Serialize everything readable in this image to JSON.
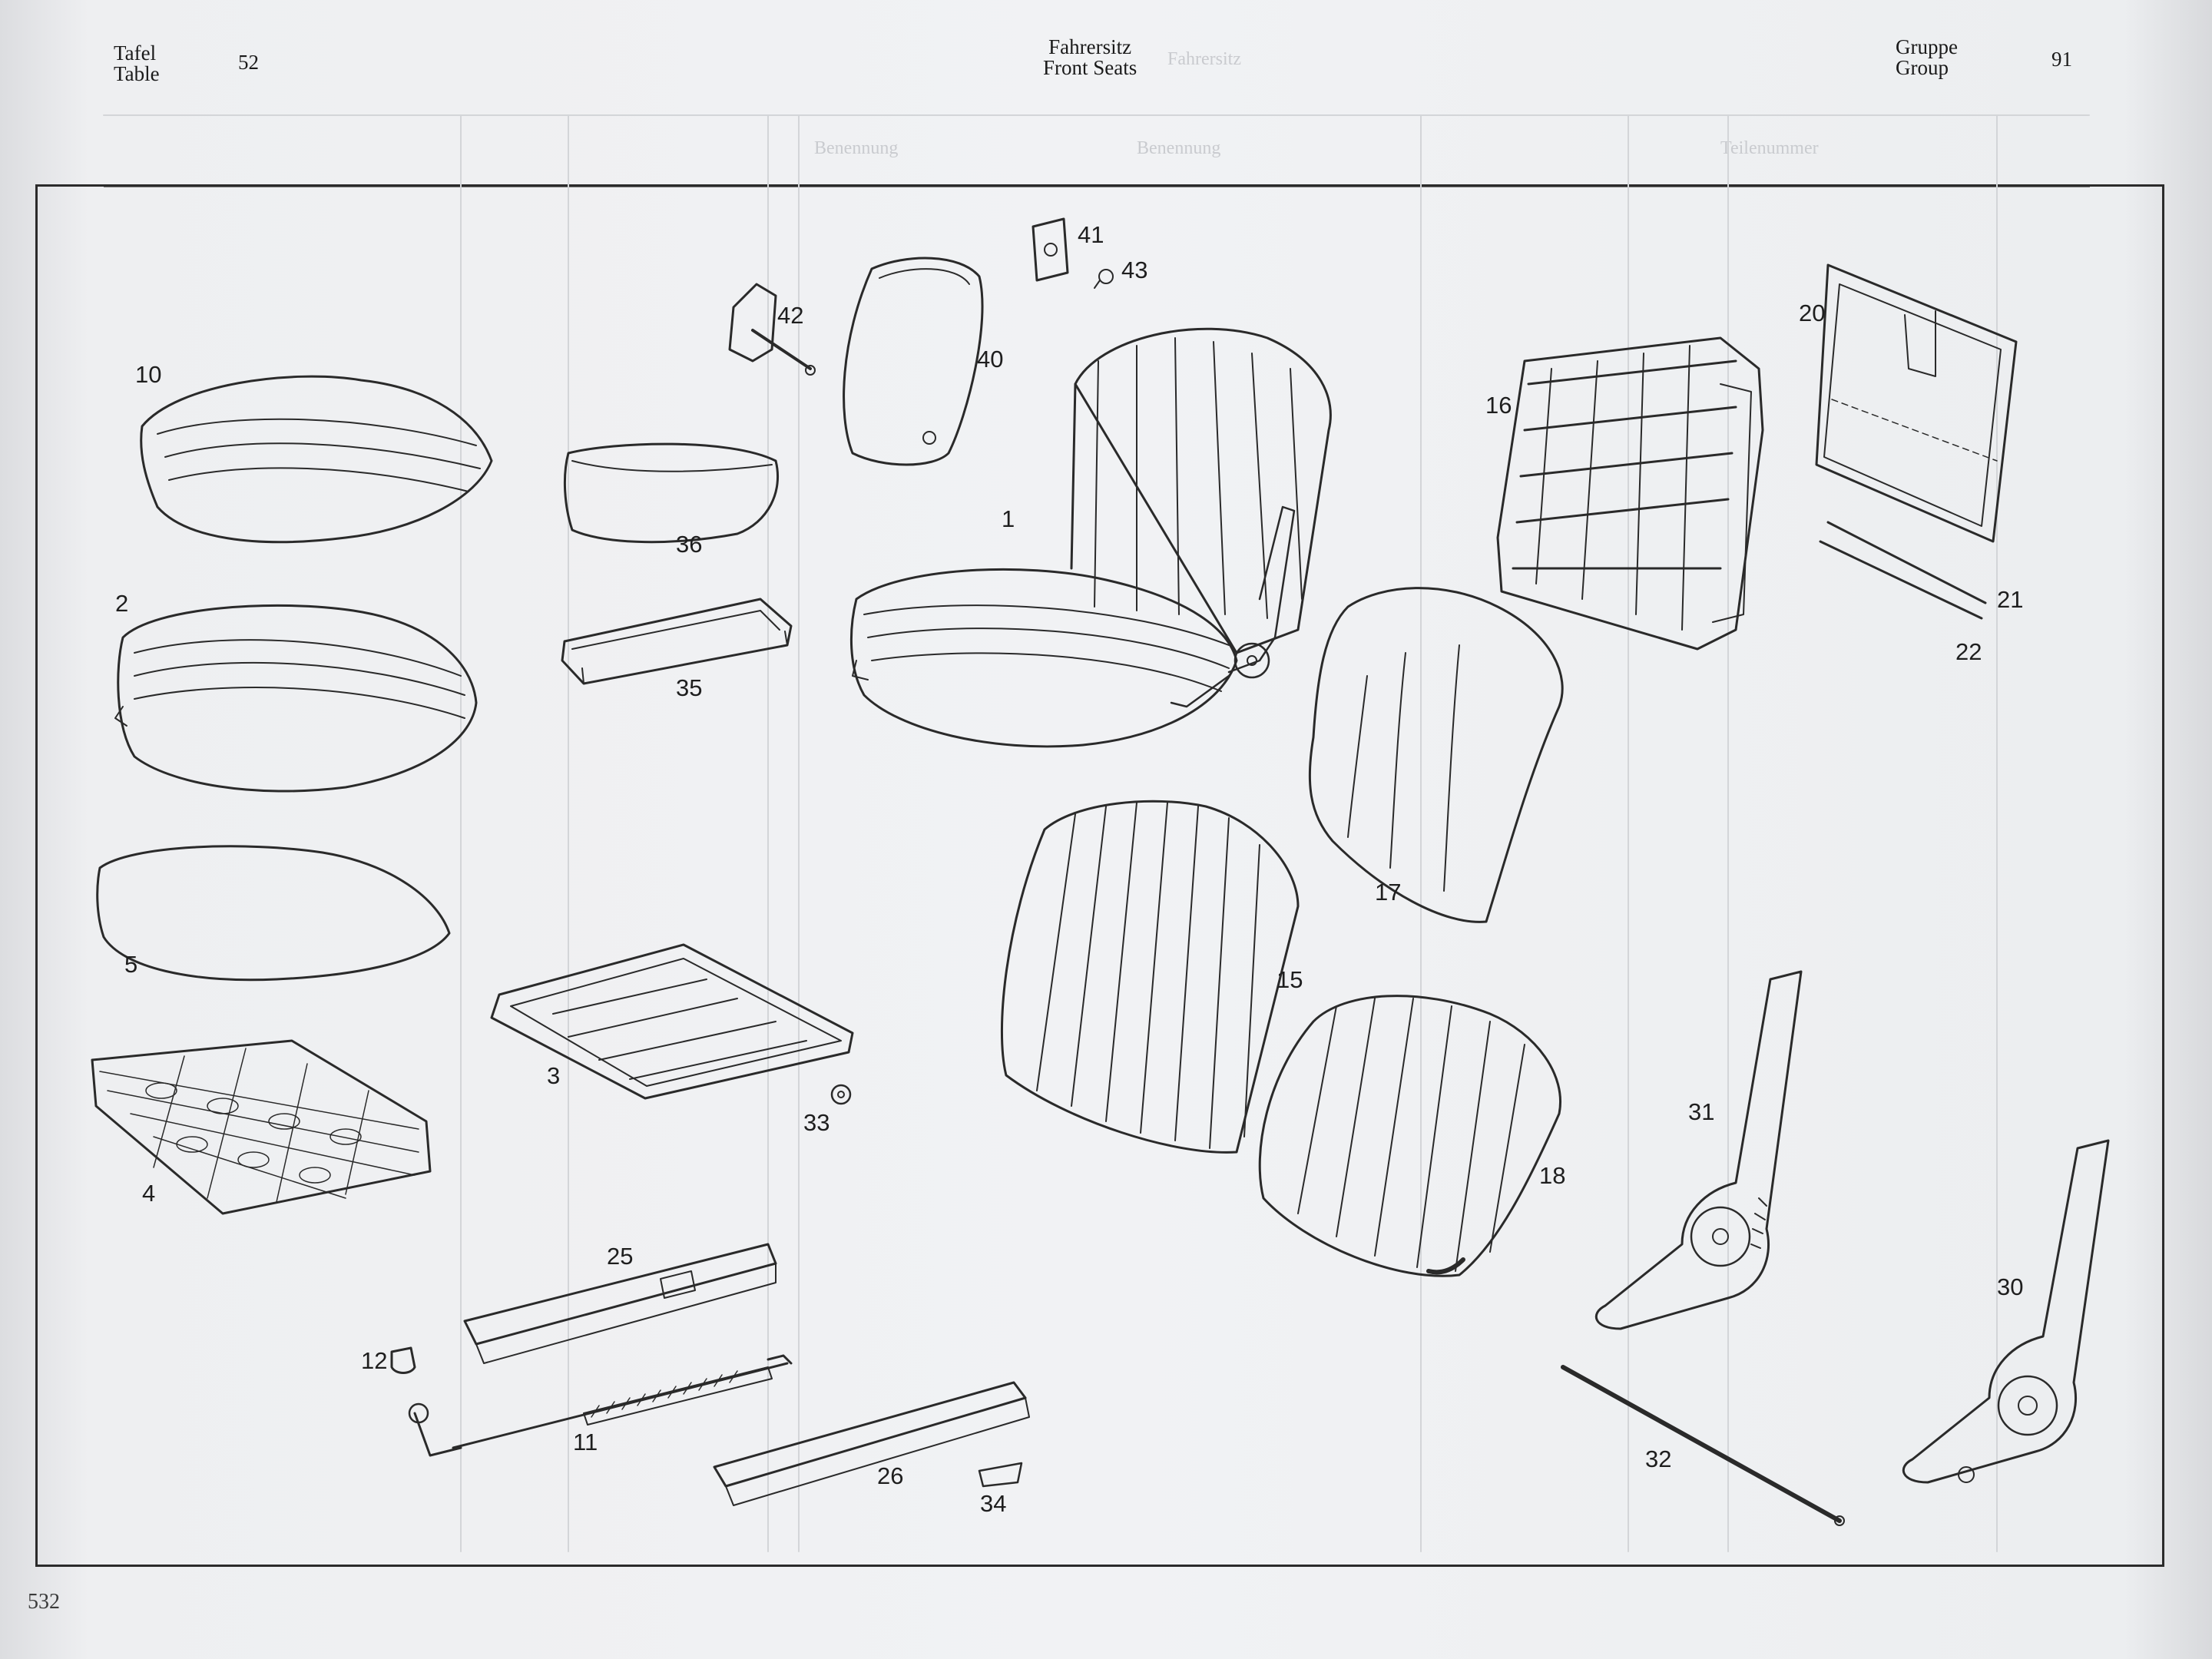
{
  "header": {
    "table_label_de": "Tafel",
    "table_label_en": "Table",
    "table_number": "52",
    "title_de": "Fahrersitz",
    "title_en": "Front Seats",
    "group_label_de": "Gruppe",
    "group_label_en": "Group",
    "group_number": "91"
  },
  "callouts": {
    "p1": "1",
    "p2": "2",
    "p3": "3",
    "p4": "4",
    "p5": "5",
    "p10": "10",
    "p11": "11",
    "p12": "12",
    "p15": "15",
    "p16": "16",
    "p17": "17",
    "p18": "18",
    "p20": "20",
    "p21": "21",
    "p22": "22",
    "p25": "25",
    "p26": "26",
    "p30": "30",
    "p31": "31",
    "p32": "32",
    "p33": "33",
    "p34": "34",
    "p35": "35",
    "p36": "36",
    "p40": "40",
    "p41": "41",
    "p42": "42",
    "p43": "43"
  },
  "footer": {
    "page_number": "532"
  }
}
